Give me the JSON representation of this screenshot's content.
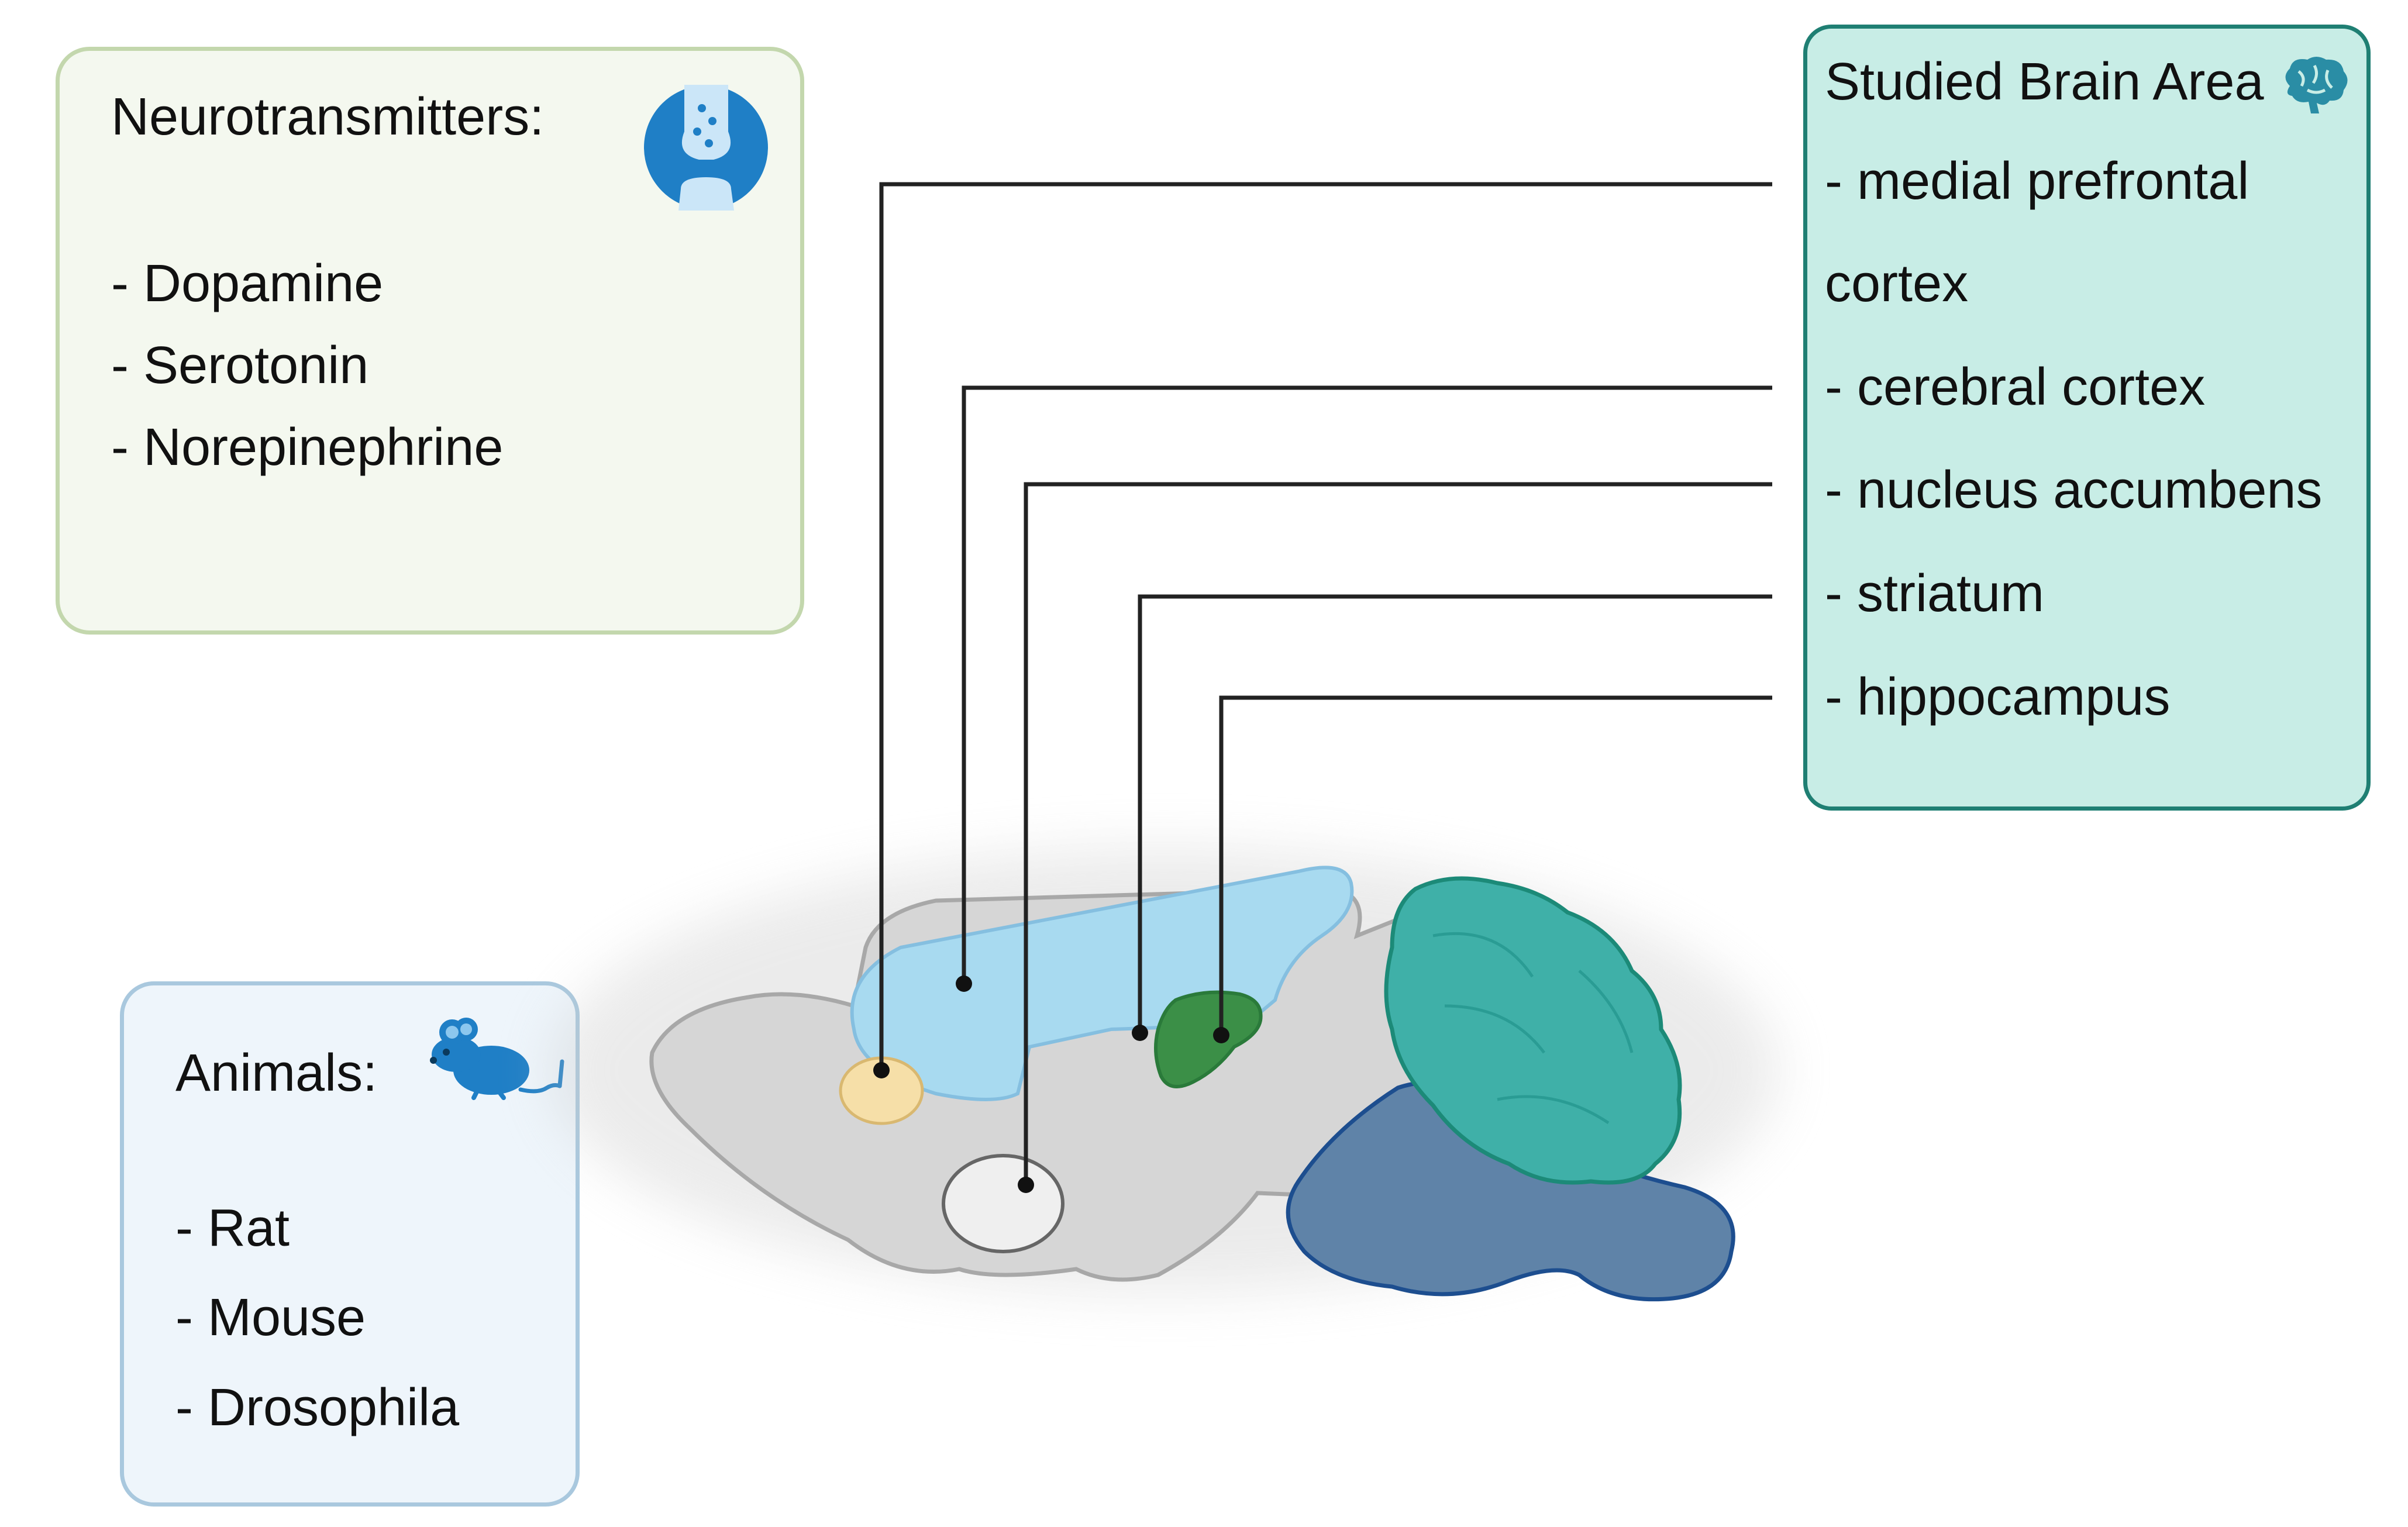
{
  "neurotransmitters": {
    "title": "Neurotransmitters:",
    "icon": "synapse-icon",
    "items": [
      "- Dopamine",
      "- Serotonin",
      "- Norepinephrine"
    ],
    "border_color": "#c3d7ad",
    "background": "#f4f8ef"
  },
  "brain_areas": {
    "title": "Studied Brain Area",
    "icon": "brain-icon",
    "lines": [
      "- medial prefrontal",
      "cortex",
      "- cerebral cortex",
      "- nucleus accumbens",
      "- striatum",
      "- hippocampus"
    ],
    "border_color": "#1f7f73",
    "background": "#c8ede6"
  },
  "animals": {
    "title": "Animals:",
    "icon": "mouse-icon",
    "items": [
      "- Rat",
      "- Mouse",
      "- Drosophila"
    ],
    "border_color": "#a9c8de",
    "background": "#eef5fb"
  },
  "brain_colors": {
    "brain_outline": "#d6d6d6",
    "cortex": "#a8daf0",
    "medial_prefrontal": "#f6dfa8",
    "nucleus_accumbens": "#efefef",
    "hippocampus": "#3b8f47",
    "cerebellum": "#3fb0a8",
    "brainstem": "#5f83a8",
    "icon_blue": "#1f7fc6"
  }
}
